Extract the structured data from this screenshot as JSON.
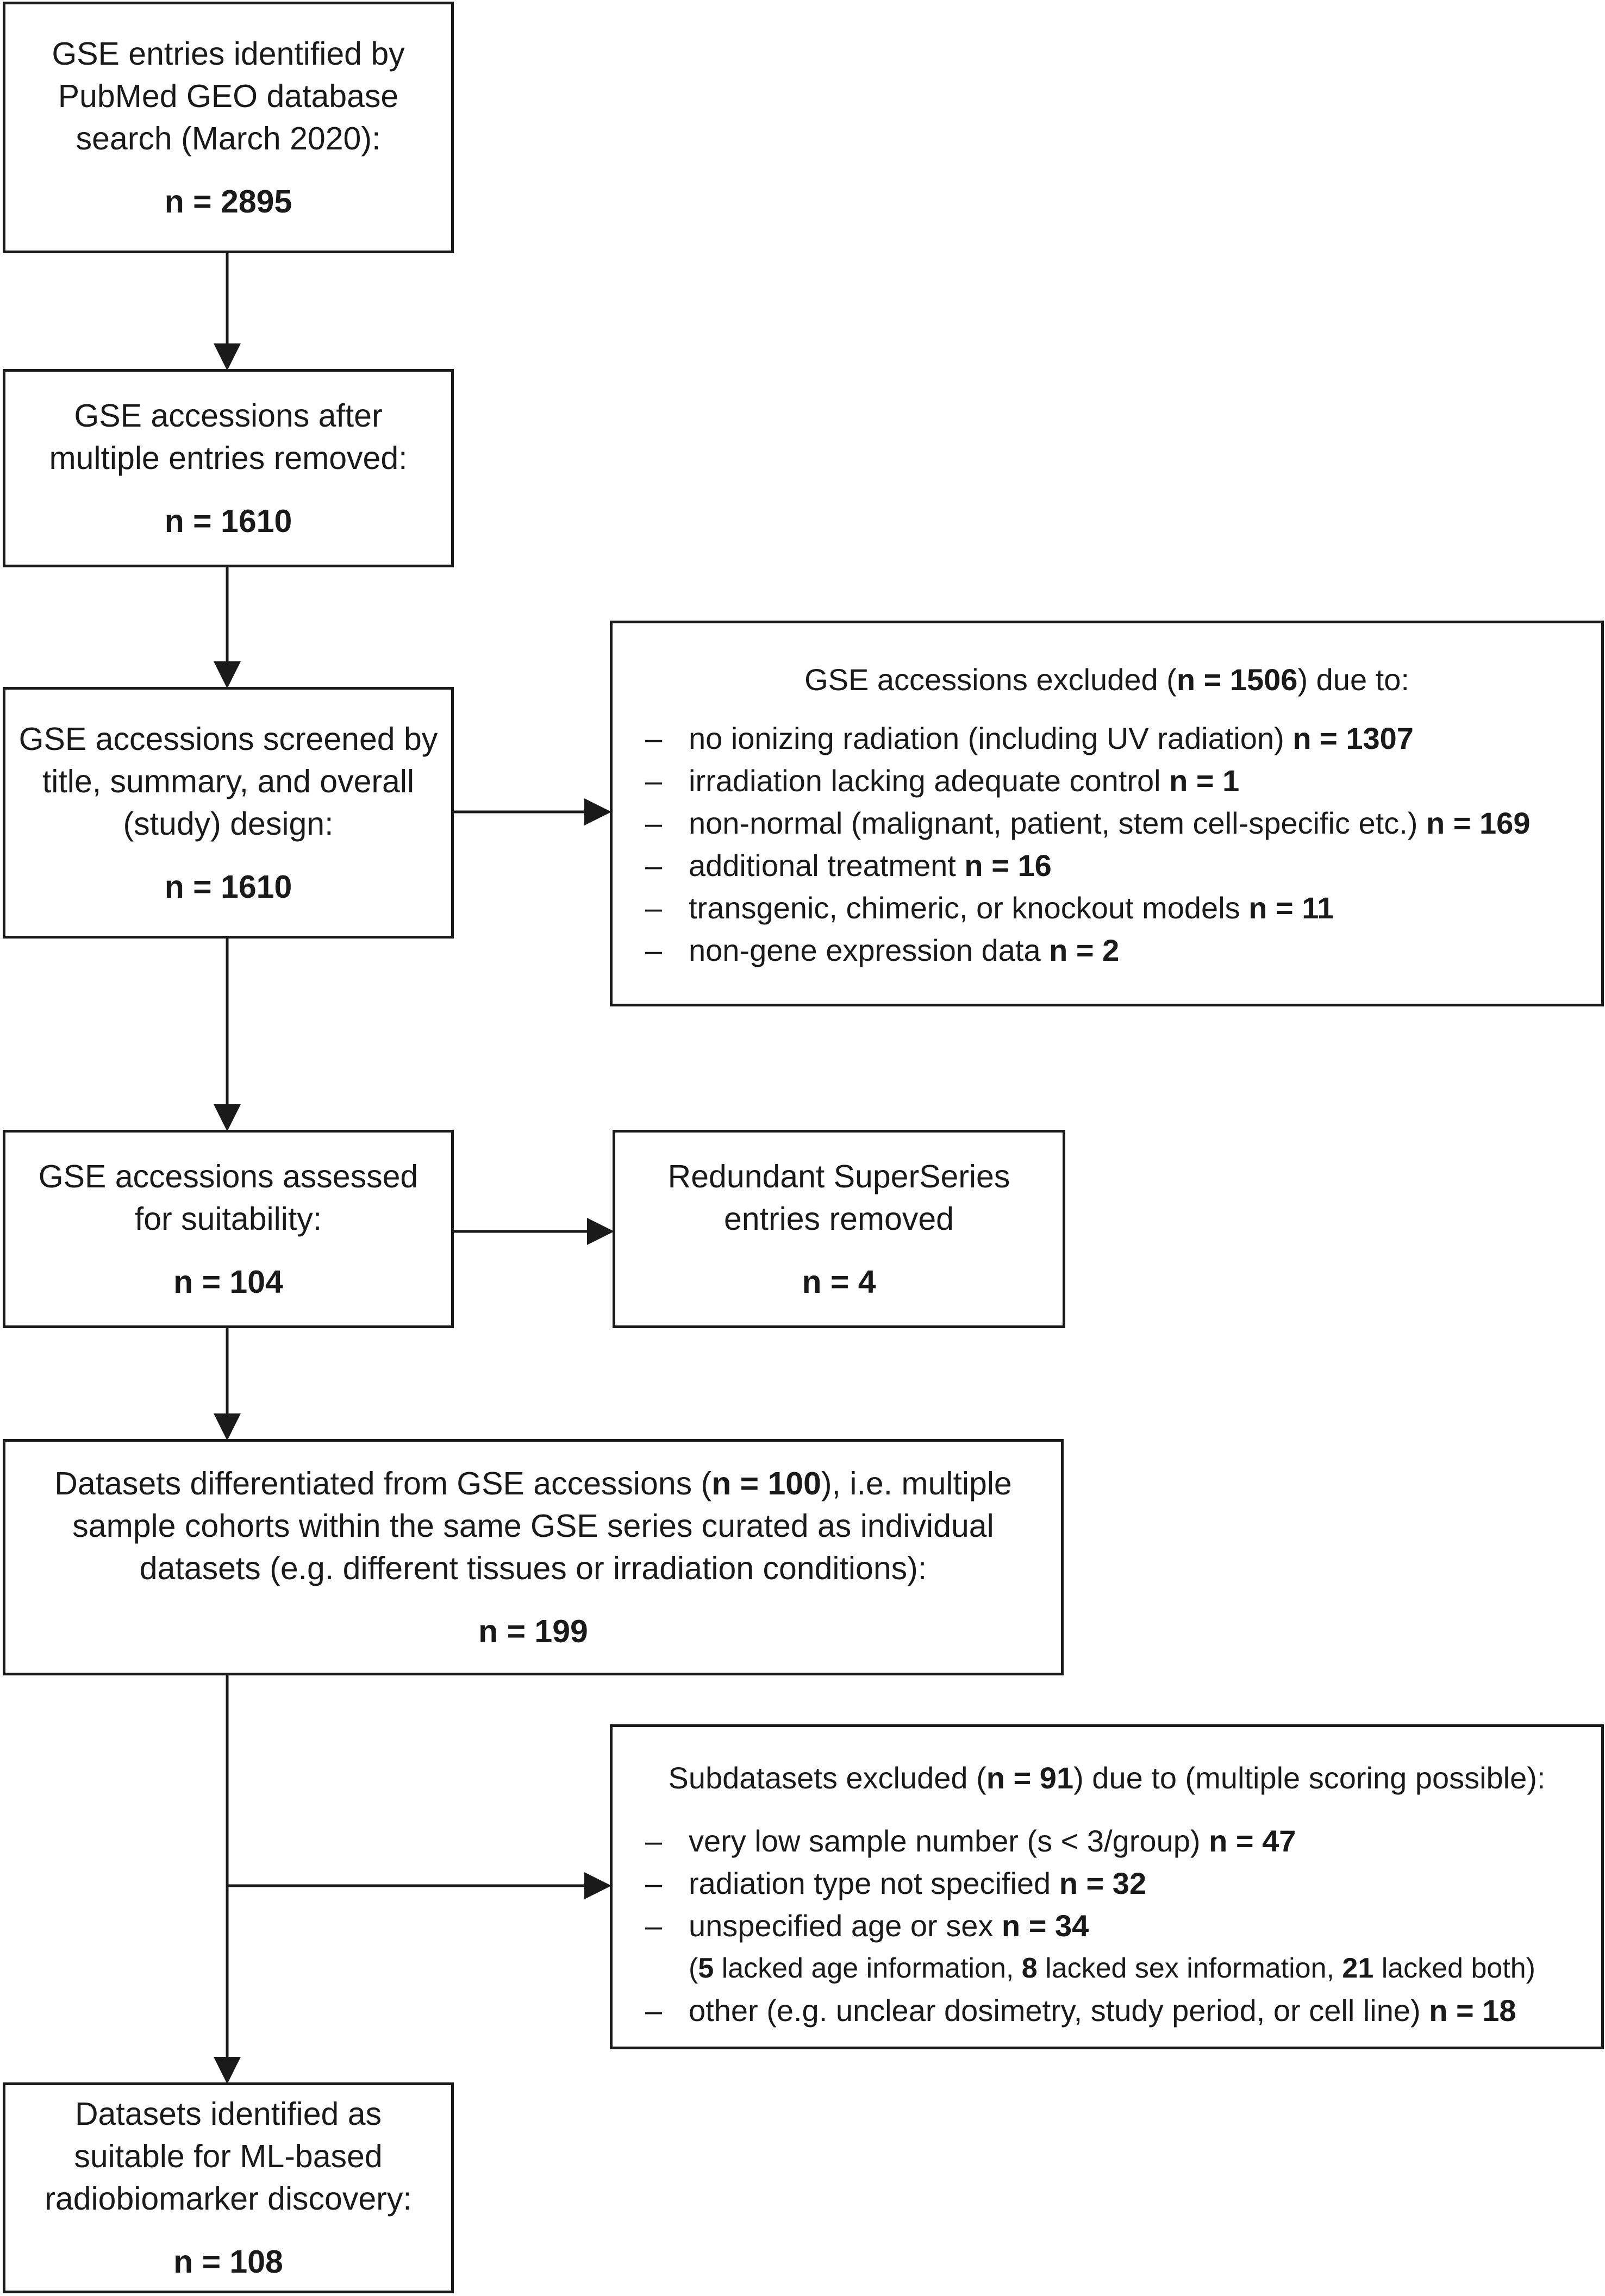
{
  "boxes": {
    "b1": {
      "lines": [
        "GSE entries identified by",
        "PubMed GEO database",
        "search (March 2020):"
      ],
      "count": "n = 2895"
    },
    "b2": {
      "lines": [
        "GSE accessions after",
        "multiple entries removed:"
      ],
      "count": "n = 1610"
    },
    "b3": {
      "lines": [
        "GSE accessions screened by",
        "title, summary, and overall",
        "(study) design:"
      ],
      "count": "n = 1610"
    },
    "b4": {
      "lines": [
        "GSE accessions assessed",
        "for suitability:"
      ],
      "count": "n = 104"
    },
    "b5": {
      "lines": [
        "Datasets differentiated from GSE accessions (",
        "n = 100",
        "), i.e. multiple",
        "sample cohorts within the same GSE series curated as individual",
        "datasets (e.g. different tissues or irradiation conditions):"
      ],
      "count": "n = 199"
    },
    "b6": {
      "lines": [
        "Datasets identified as",
        "suitable for ML-based",
        "radiobiomarker discovery:"
      ],
      "count": "n = 108"
    }
  },
  "excl1": {
    "head_pre": "GSE accessions excluded (",
    "head_bold": "n = 1506",
    "head_post": ") due to:",
    "dash": "–",
    "items": [
      {
        "text": "no ionizing radiation (including UV radiation) ",
        "n": "n = 1307"
      },
      {
        "text": "irradiation lacking adequate control ",
        "n": "n = 1"
      },
      {
        "text": "non-normal (malignant, patient, stem cell-specific etc.) ",
        "n": "n = 169"
      },
      {
        "text": "additional treatment ",
        "n": "n = 16"
      },
      {
        "text": "transgenic, chimeric, or knockout models ",
        "n": "n = 11"
      },
      {
        "text": "non-gene expression data ",
        "n": "n = 2"
      }
    ]
  },
  "excl2": {
    "lines": [
      "Redundant SuperSeries",
      "entries removed"
    ],
    "count": "n = 4"
  },
  "excl3": {
    "head_pre": "Subdatasets excluded (",
    "head_bold": "n = 91",
    "head_post": ") due to (multiple scoring possible):",
    "dash": "–",
    "items": [
      {
        "text": "very low sample number (s < 3/group) ",
        "n": "n = 47"
      },
      {
        "text": "radiation type not specified ",
        "n": "n = 32"
      },
      {
        "text": "unspecified age or sex ",
        "n": "n = 34"
      }
    ],
    "sub": {
      "p1": "(",
      "b1": "5",
      "t1": " lacked age information, ",
      "b2": "8",
      "t2": " lacked sex information, ",
      "b3": "21",
      "t3": " lacked both)"
    },
    "last": {
      "text": "other (e.g. unclear dosimetry, study period, or cell line) ",
      "n": "n = 18"
    }
  }
}
